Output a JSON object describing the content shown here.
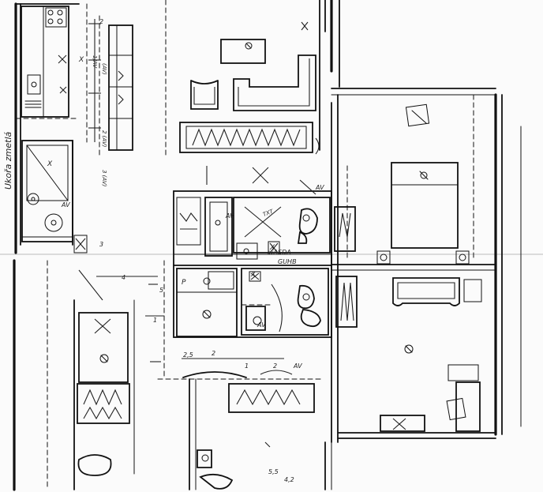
{
  "annotations": {
    "rotated_left": "Ukořa zmetlá",
    "mid_notes": [
      "wASDA",
      "GUHB"
    ],
    "av_marks": [
      "AV",
      "AV",
      "AV",
      "AV",
      "AV"
    ],
    "dim_marks": [
      "2",
      "3",
      "4",
      "5",
      "1",
      "2,5",
      "2",
      "1",
      "2",
      "5,5",
      "4,2"
    ],
    "fixture_letters": [
      "P",
      "X",
      "X",
      "X",
      "X"
    ],
    "side_notes": [
      "(AV)",
      "1/AV",
      "2 (AV)",
      "3 (AV)",
      "TXT"
    ]
  },
  "colors": {
    "ink": "#111111",
    "paper": "#fbfbfb"
  }
}
